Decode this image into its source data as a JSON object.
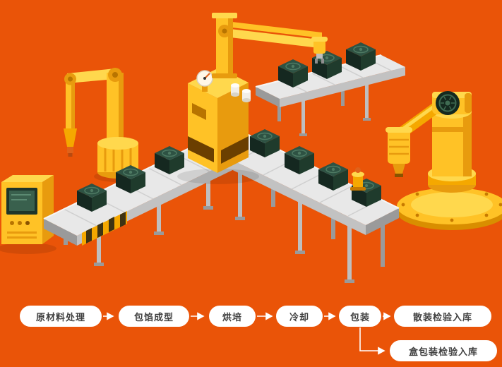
{
  "colors": {
    "background": "#EA5408",
    "yellow_bright": "#FFD84D",
    "yellow_mid": "#FFC226",
    "yellow_deep": "#F5A800",
    "orange_shade": "#E89B0E",
    "orange_deep": "#B87400",
    "gray_light": "#E8E8E8",
    "gray_mid": "#C2C2C2",
    "gray_dark": "#9A9A9A",
    "box_top": "#2E5243",
    "box_left": "#152820",
    "box_right": "#1F3B2C",
    "node_bg": "#FFFFFF",
    "node_text": "#404040",
    "connector": "#FFFFFF"
  },
  "illustration": {
    "machines": [
      {
        "name": "control-console"
      },
      {
        "name": "raw-material-robot-arm"
      },
      {
        "name": "infeed-conveyor"
      },
      {
        "name": "baking-oven"
      },
      {
        "name": "overhead-gantry-arm"
      },
      {
        "name": "upper-outfeed-conveyor"
      },
      {
        "name": "cooling-conveyor"
      },
      {
        "name": "packing-robot-arm"
      }
    ]
  },
  "flow": {
    "nodes": [
      {
        "id": "n1",
        "label": "原材料处理"
      },
      {
        "id": "n2",
        "label": "包馅成型"
      },
      {
        "id": "n3",
        "label": "烘培"
      },
      {
        "id": "n4",
        "label": "冷却"
      },
      {
        "id": "n5",
        "label": "包装"
      },
      {
        "id": "n6",
        "label": "散装检验入库"
      },
      {
        "id": "n7",
        "label": "盒包装检验入库"
      }
    ],
    "edges": [
      {
        "from": "原材料处理",
        "to": "包馅成型"
      },
      {
        "from": "包馅成型",
        "to": "烘培"
      },
      {
        "from": "烘培",
        "to": "冷却"
      },
      {
        "from": "冷却",
        "to": "包装"
      },
      {
        "from": "包装",
        "to": "散装检验入库"
      },
      {
        "from": "包装",
        "to": "盒包装检验入库"
      }
    ]
  }
}
